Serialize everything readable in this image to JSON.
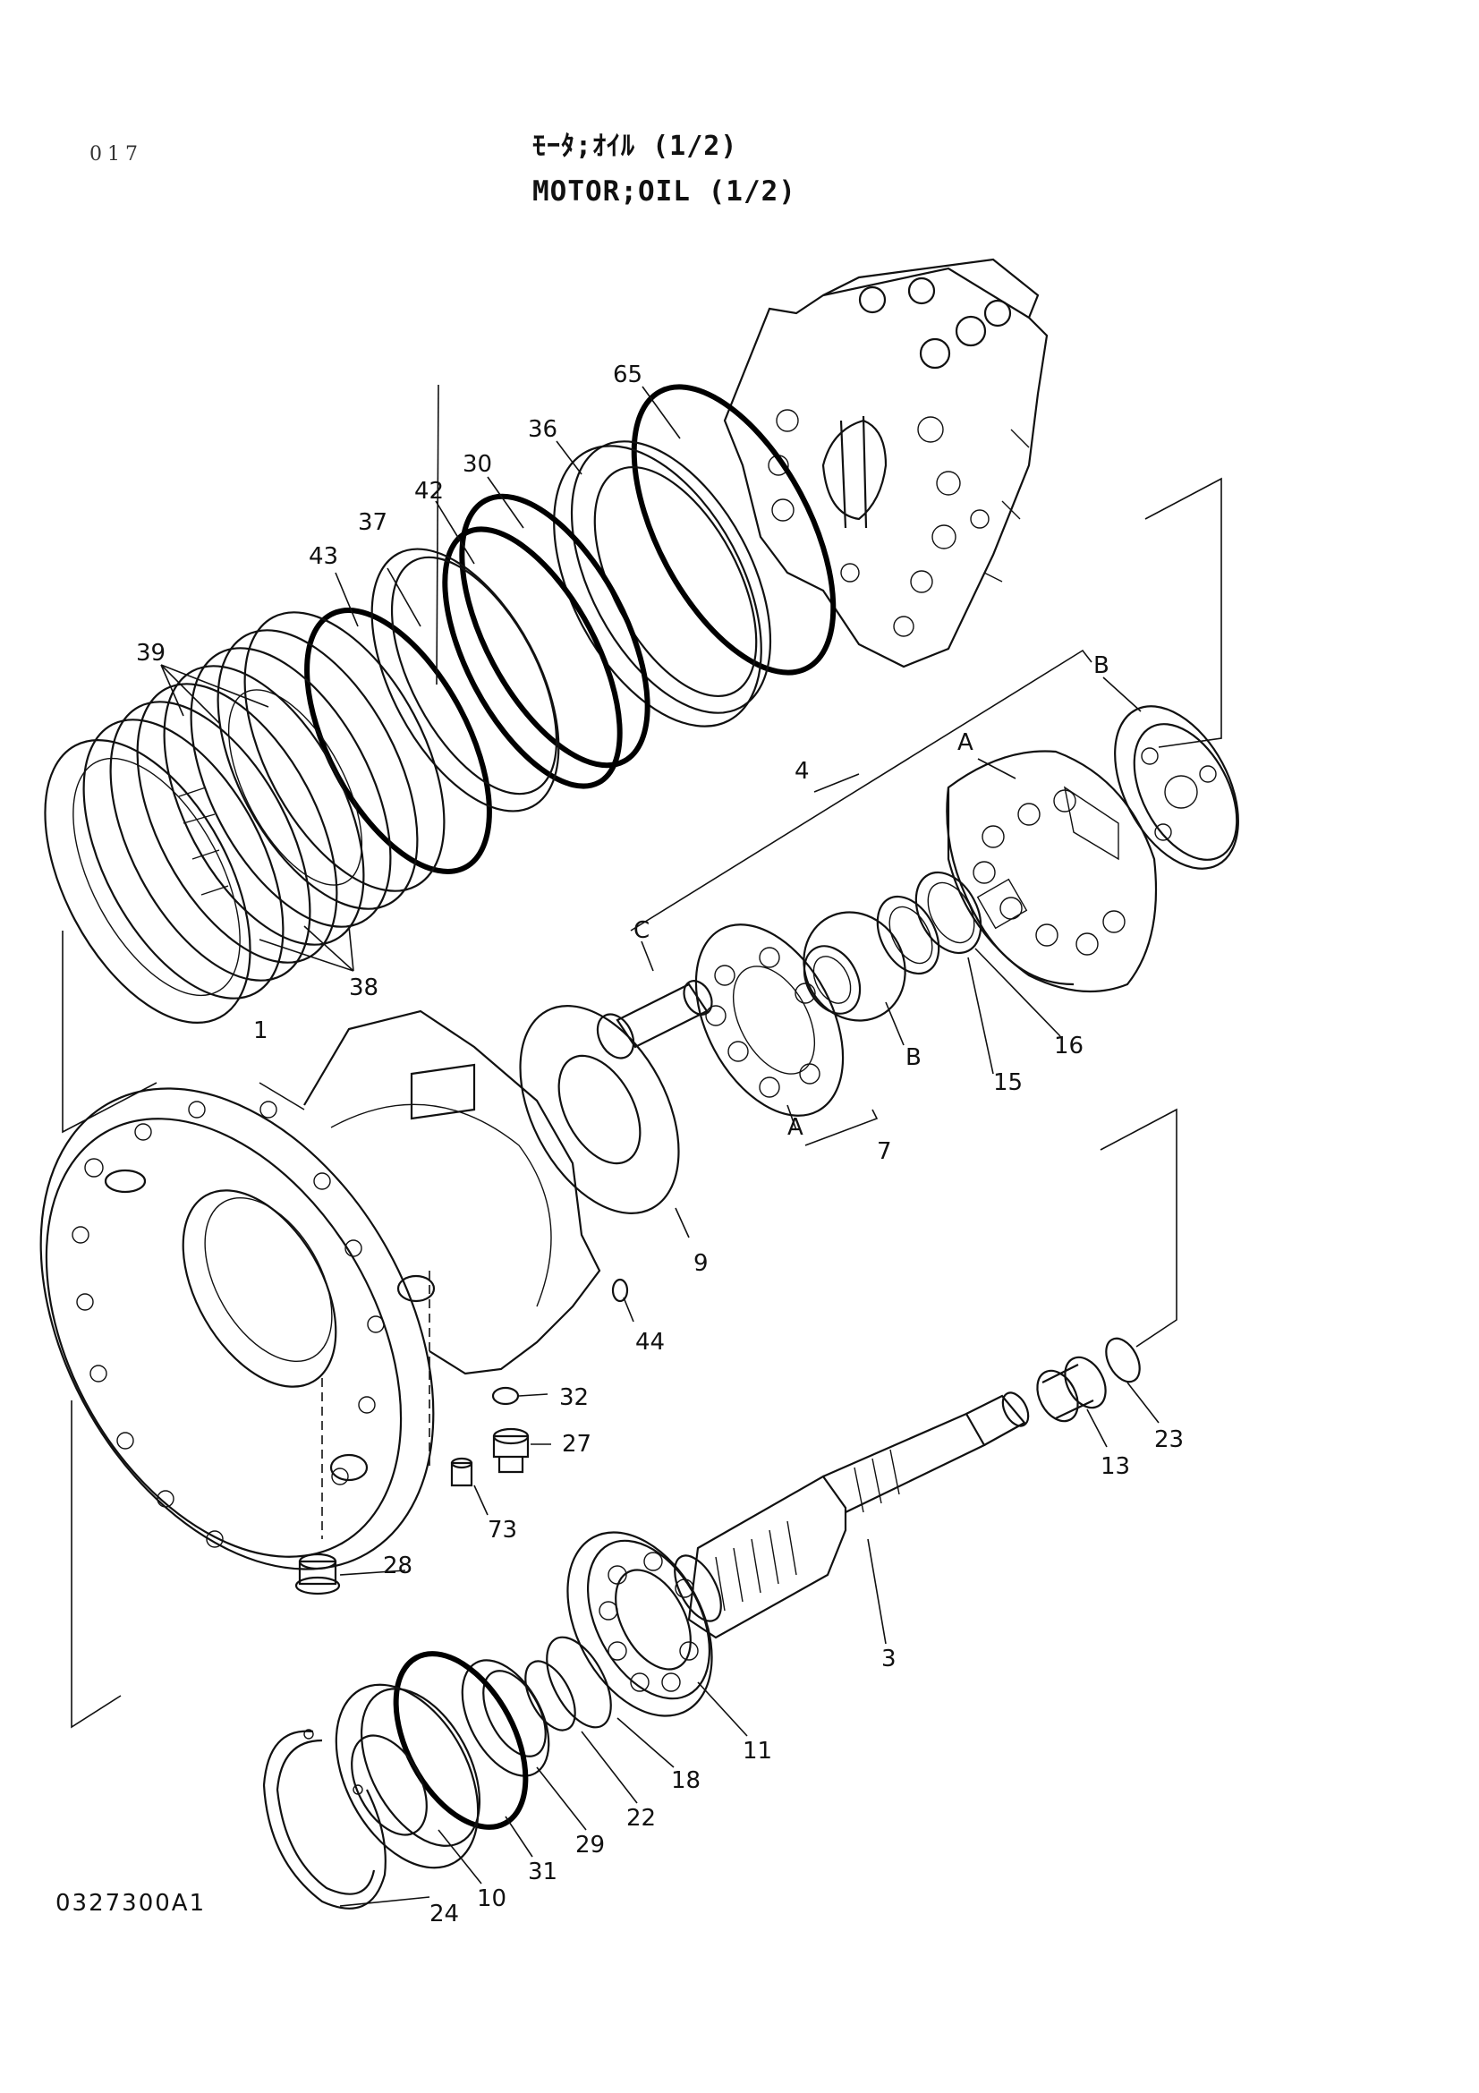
{
  "header": {
    "page_number": "017",
    "title_jp": "ﾓｰﾀ;ｵｲﾙ (1/2)",
    "title_en": "MOTOR;OIL (1/2)"
  },
  "footer": {
    "drawing_code": "0327300A1"
  },
  "callouts": {
    "p1": "1",
    "p3": "3",
    "p4": "4",
    "p7": "7",
    "p9": "9",
    "p10": "10",
    "p11": "11",
    "p13": "13",
    "p15": "15",
    "p16": "16",
    "p18": "18",
    "p22": "22",
    "p23": "23",
    "p24": "24",
    "p27": "27",
    "p28": "28",
    "p29": "29",
    "p30": "30",
    "p31": "31",
    "p32": "32",
    "p36": "36",
    "p37": "37",
    "p38": "38",
    "p39": "39",
    "p42": "42",
    "p43": "43",
    "p44": "44",
    "p65": "65",
    "p73": "73",
    "sub_a1": "A",
    "sub_b1": "B",
    "sub_c": "C",
    "sub_a2": "A",
    "sub_b2": "B"
  }
}
